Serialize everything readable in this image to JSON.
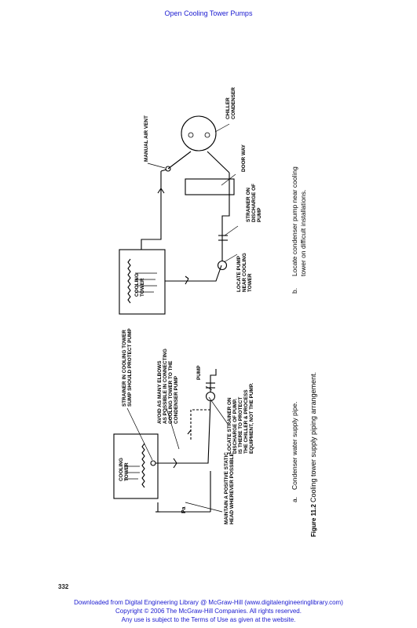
{
  "header": {
    "title": "Open Cooling Tower Pumps"
  },
  "diagram_a": {
    "cooling_tower": [
      "COOLING",
      "TOWER"
    ],
    "strainer_note": [
      "STRAINER IN COOLING TOWER",
      "SUMP SHOULD PROTECT PUMP"
    ],
    "elbows_note": [
      "AVOID AS MANY ELBOWS",
      "AS POSSIBLE IN CONNECTING",
      "COOLING TOWER TO THE",
      "CONDENSER PUMP"
    ],
    "pump": "PUMP",
    "locate_strainer_note": [
      "LOCATE STRAINER ON",
      "DISCHARGE OF PUMP.",
      "IS THERE TO PROTECT",
      "THE CHILLER & PROCESS",
      "EQUIPMENT, NOT THE PUMP."
    ],
    "static_head_note": [
      "MAINTAIN A POSITIVE STATIC",
      "HEAD WHEREVER POSSIBLE"
    ],
    "pa": "Pa",
    "caption_letter": "a.",
    "caption": "Condenser water supply pipe."
  },
  "diagram_b": {
    "cooling_tower": [
      "COOLING",
      "TOWER"
    ],
    "air_vent": "MANUAL AIR VENT",
    "chiller": [
      "CHILLER",
      "CONDENSER"
    ],
    "door_way": "DOOR WAY",
    "strainer_note": [
      "STRAINER ON",
      "DISCHARGE OF",
      "PUMP"
    ],
    "locate_pump_note": [
      "LOCATE PUMP",
      "NEAR COOLING",
      "TOWER"
    ],
    "caption_letter": "b.",
    "caption": [
      "Locate condenser pump near cooling",
      "tower on difficult installations."
    ]
  },
  "figure": {
    "label": "Figure 11.2",
    "caption": "Cooling tower supply piping arrangement."
  },
  "page_number": "332",
  "footer": {
    "line1": "Downloaded from Digital Engineering Library @ McGraw-Hill (www.digitalengineeringlibrary.com)",
    "line2": "Copyright © 2006 The McGraw-Hill Companies. All rights reserved.",
    "line3": "Any use is subject to the Terms of Use as given at the website."
  }
}
